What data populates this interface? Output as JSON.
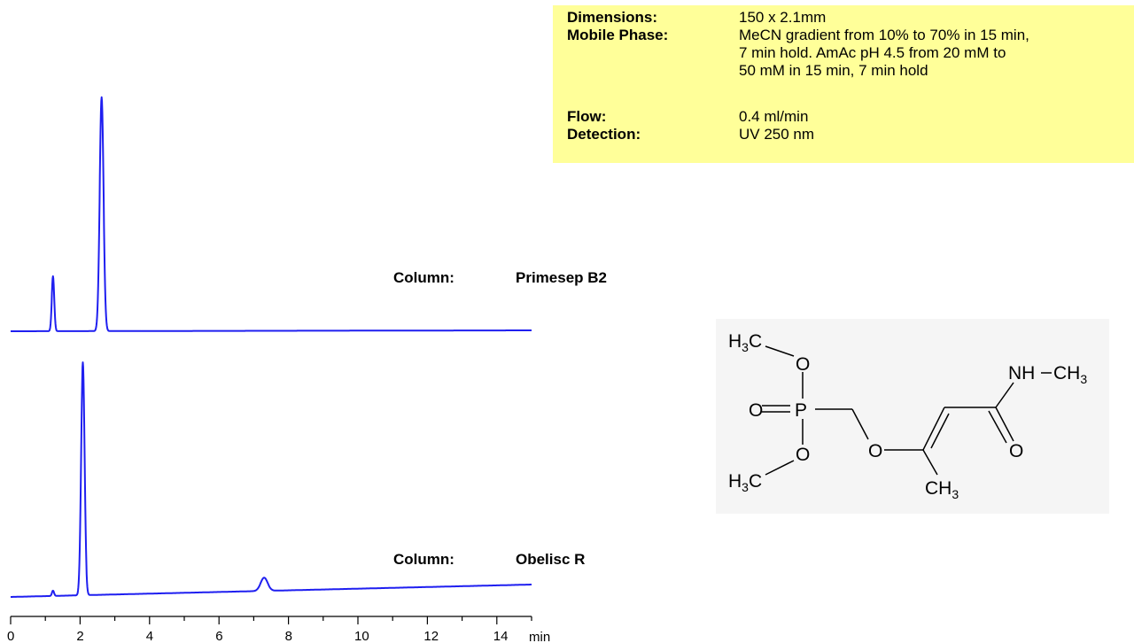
{
  "conditions": [
    {
      "label": "Dimensions:",
      "lines": [
        "150 x 2.1mm"
      ]
    },
    {
      "label": "Mobile Phase:",
      "lines": [
        "MeCN gradient from 10% to 70% in 15 min,",
        "7 min hold. AmAc pH 4.5 from 20 mM to",
        "50 mM in 15 min, 7 min hold"
      ]
    },
    {
      "label": "Flow:",
      "lines": [
        "0.4 ml/min"
      ]
    },
    {
      "label": "Detection:",
      "lines": [
        "UV 250 nm"
      ]
    }
  ],
  "columns": [
    {
      "label": "Column:",
      "name": "Primesep B2"
    },
    {
      "label": "Column:",
      "name": "Obelisc R"
    }
  ],
  "chart_data": {
    "type": "line",
    "x_unit": "min",
    "xlim": [
      0,
      15
    ],
    "xticks": [
      0,
      2,
      4,
      6,
      8,
      10,
      12,
      14
    ],
    "series": [
      {
        "name": "Primesep B2",
        "baseline": [
          [
            0,
            0
          ],
          [
            15,
            1
          ]
        ],
        "peaks": [
          {
            "rt": 1.22,
            "height": 62,
            "width": 0.035
          },
          {
            "rt": 2.62,
            "height": 264,
            "width": 0.055
          }
        ]
      },
      {
        "name": "Obelisc R",
        "baseline": [
          [
            0,
            0
          ],
          [
            15,
            14
          ]
        ],
        "peaks": [
          {
            "rt": 1.22,
            "height": 6,
            "width": 0.03
          },
          {
            "rt": 2.08,
            "height": 263,
            "width": 0.05
          },
          {
            "rt": 7.3,
            "height": 15,
            "width": 0.1
          }
        ]
      }
    ]
  },
  "structure": {
    "atoms": {
      "h3c_top": "H",
      "h3c_top_sub": "3",
      "h3c_top_c": "C",
      "o_top": "O",
      "o_dbl": "O",
      "p": "P",
      "o_bottom": "O",
      "h3c_bot": "H",
      "h3c_bot_sub": "3",
      "h3c_bot_c": "C",
      "o_ether": "O",
      "nh": "NH",
      "ch3_nh": "CH",
      "ch3_nh_sub": "3",
      "o_amide": "O",
      "ch3_bottom": "CH",
      "ch3_bottom_sub": "3"
    }
  }
}
